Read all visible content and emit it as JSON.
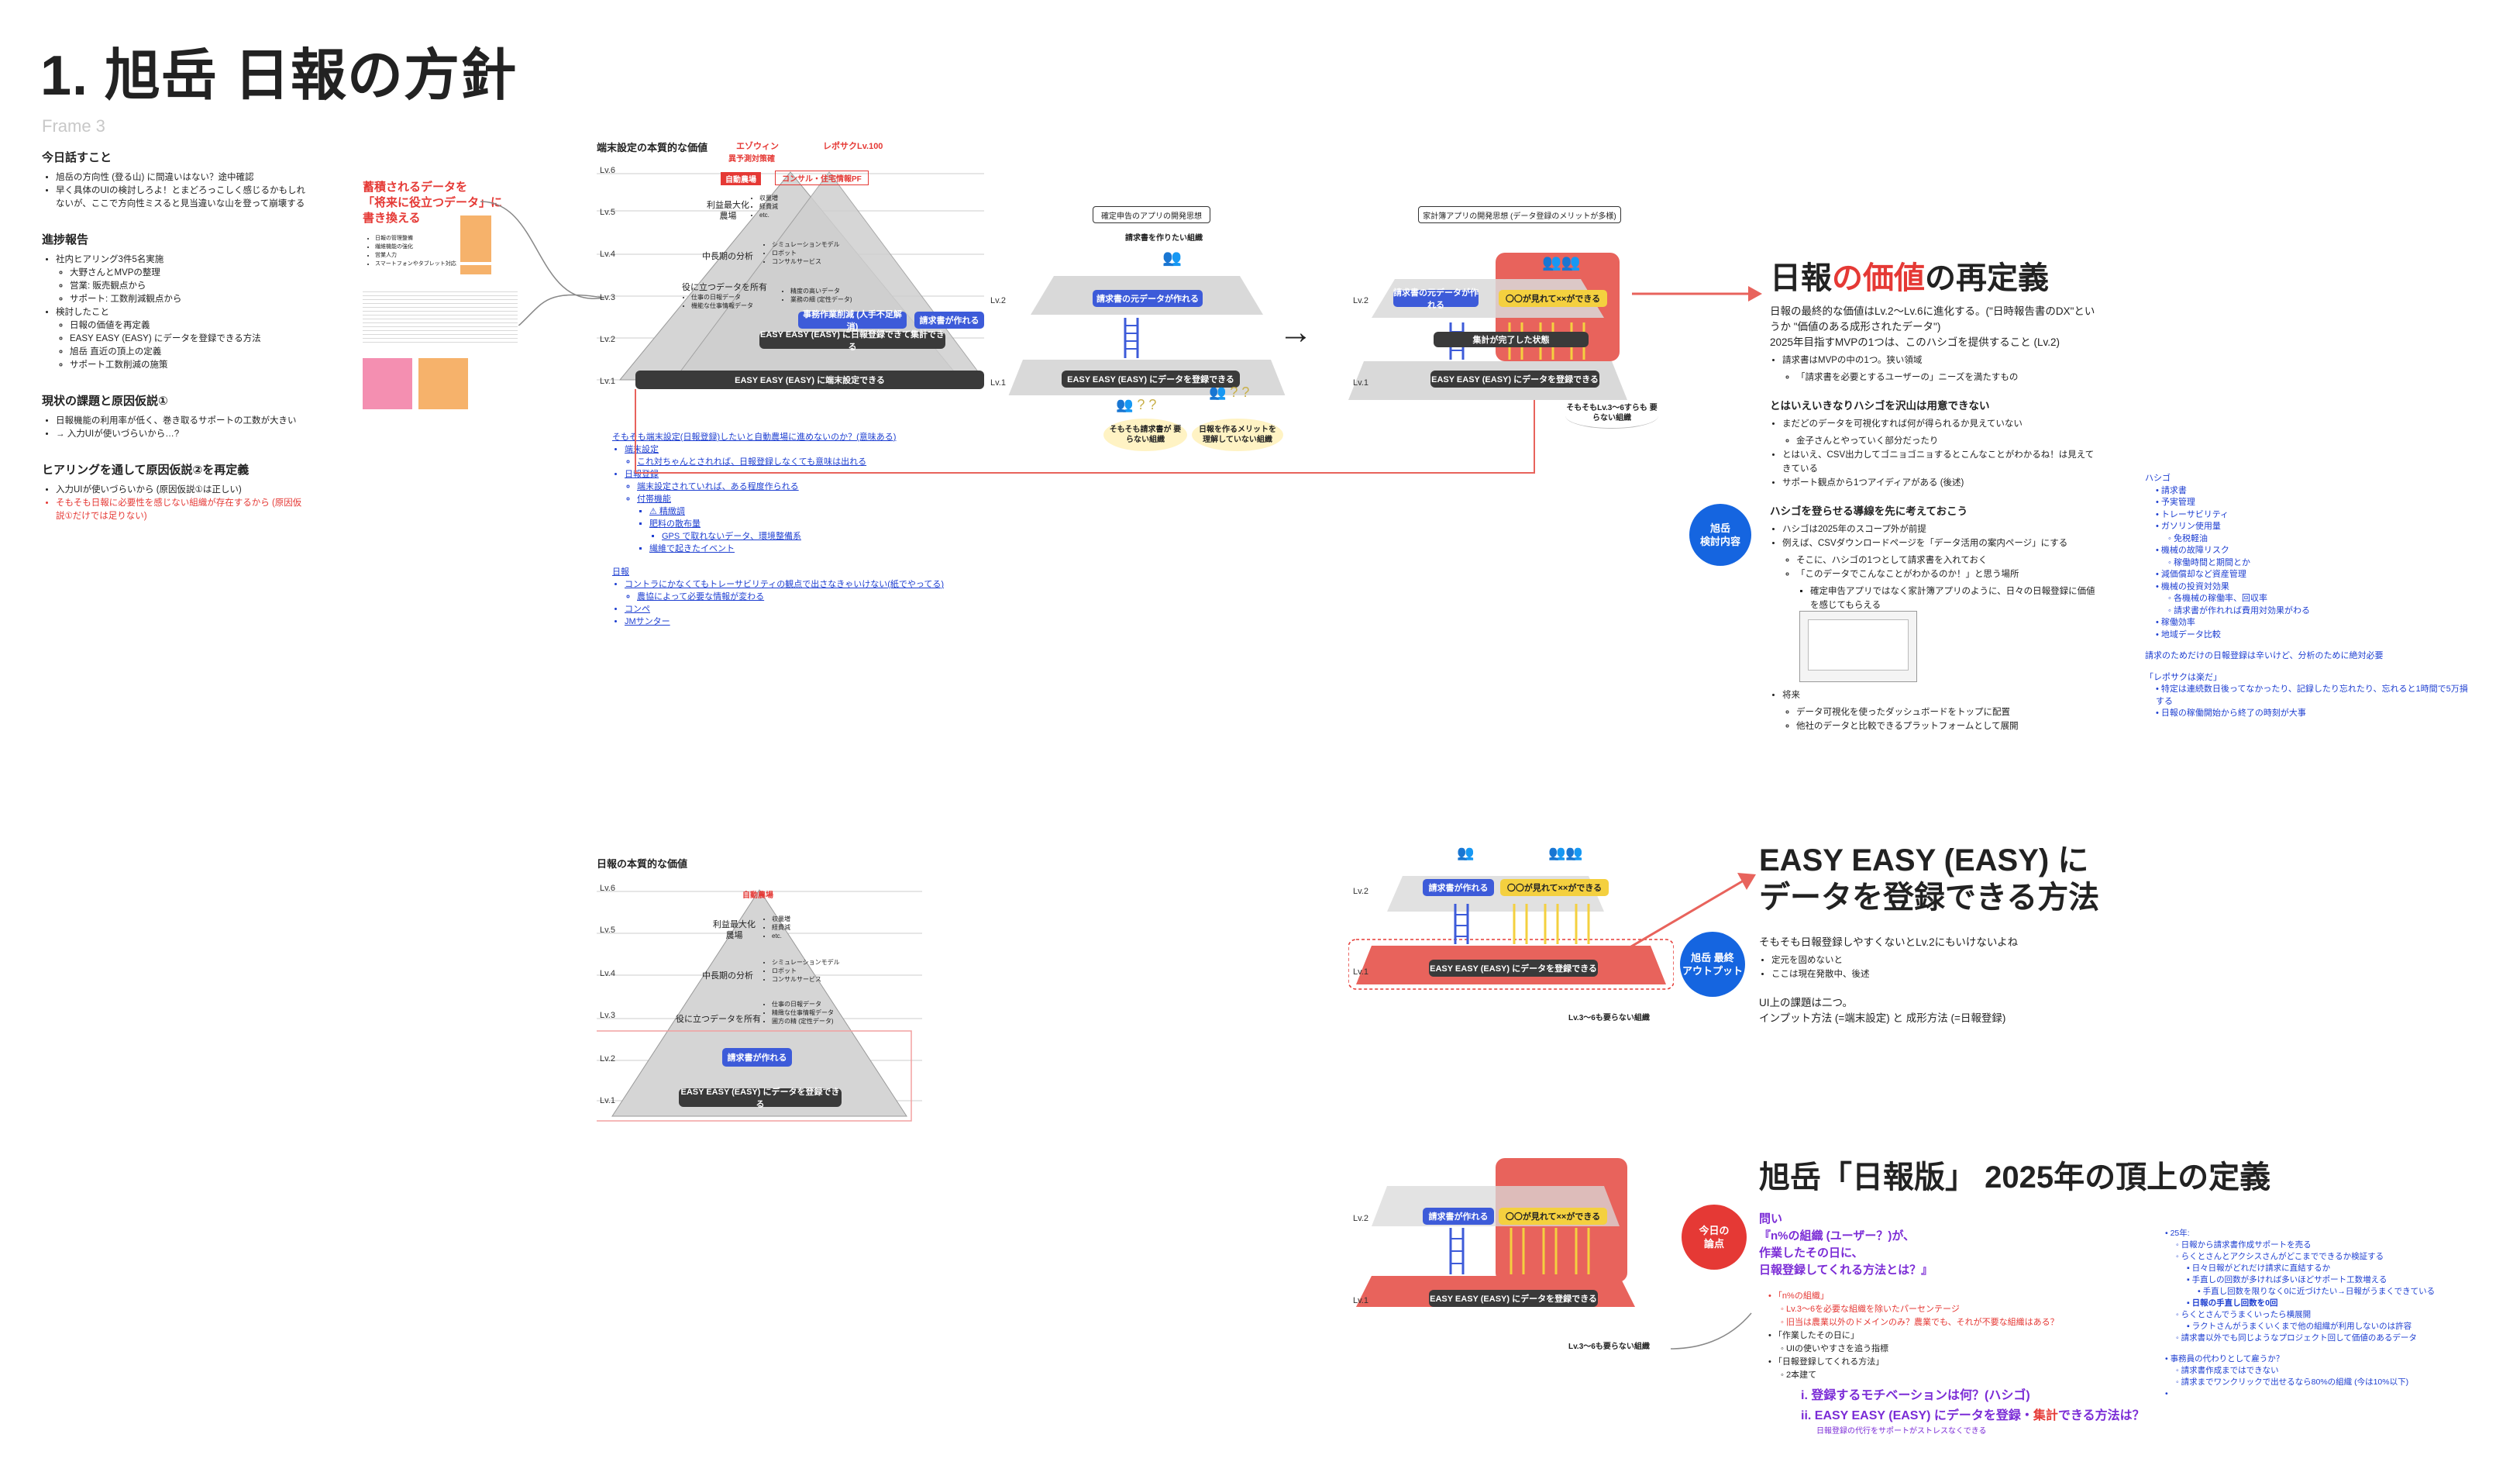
{
  "page_title": "1. 旭岳 日報の方針",
  "frame_label": "Frame 3",
  "left_panel": {
    "sections": [
      {
        "heading": "今日話すこと",
        "items": [
          {
            "text": "旭岳の方向性 (登る山) に間違いはない？途中確認",
            "color": ""
          },
          {
            "text": "早く具体のUIの検討しろよ！とまどろっこしく感じるかもしれないが、ここで方向性ミスると見当違いな山を登って崩壊する",
            "color": ""
          }
        ]
      },
      {
        "heading": "進捗報告",
        "items": [
          {
            "text": "社内ヒアリング3件5名実施",
            "color": "",
            "sub": [
              "大野さんとMVPの整理",
              "営業: 販売観点から",
              "サポート: 工数削減観点から"
            ]
          },
          {
            "text": "検討したこと",
            "color": "",
            "sub": [
              "日報の価値を再定義",
              "EASY EASY (EASY) にデータを登録できる方法",
              "旭岳 直近の頂上の定義",
              "サポート工数削減の施策"
            ]
          }
        ]
      },
      {
        "heading": "現状の課題と原因仮説①",
        "items": [
          {
            "text": "日報機能の利用率が低く、巻き取るサポートの工数が大きい",
            "color": ""
          },
          {
            "text": "→ 入力UIが使いづらいから…?",
            "color": ""
          }
        ]
      },
      {
        "heading": "ヒアリングを通して原因仮説②を再定義",
        "items": [
          {
            "text": "入力UIが使いづらいから (原因仮説①は正しい)",
            "color": ""
          },
          {
            "text": "そもそも日報に必要性を感じない組織が存在するから (原因仮説①だけでは足りない)",
            "color": "red"
          }
        ]
      }
    ]
  },
  "sticky_area": {
    "red_heading_1": "蓄積されるデータを",
    "red_heading_2": "「将来に役立つデータ」に",
    "red_heading_3": "書き換える",
    "bullets": [
      "日報の管理整備",
      "繊維機能の強化",
      "営業人力",
      "スマートフォンやタブレット対応"
    ]
  },
  "pyramid_top": {
    "heading": "端末設定の本質的な価値",
    "top_tags": [
      "エゾウィン",
      "異予測対策確",
      "レポサクLv.100"
    ],
    "top_red_label": "自動農場",
    "consult_label": "コンサル・住宅情報PF",
    "levels": [
      "Lv.6",
      "Lv.5",
      "Lv.4",
      "Lv.3",
      "Lv.2",
      "Lv.1"
    ],
    "rows": [
      {
        "label": "利益最大化\n農場",
        "bullets": [
          "収量増",
          "経費減",
          "etc."
        ]
      },
      {
        "label": "中長期の分析",
        "bullets": [
          "シミュレーションモデル",
          "ロボット",
          "コンサルサービス"
        ]
      },
      {
        "label": "役に立つデータを所有",
        "bullets": [
          "仕事の日報データ",
          "機能な仕事情報データ"
        ]
      }
    ],
    "right_bullets": [
      "精度の高いデータ",
      "業務の細 (定性データ)"
    ],
    "btn_business": "事務作業削減 (人手不足解消)",
    "btn_bill": "請求書が作れる",
    "btn_lv2": "EASY EASY (EASY) に日報登録できて集計できる",
    "btn_lv1": "EASY EASY (EASY) に端末設定できる",
    "right_lv2": "Lv.2",
    "right_lv1": "Lv.1"
  },
  "links_block": {
    "heading": "そもそも端末設定(日報登録)したいと自動農場に進めないのか？(意味ある)",
    "items": [
      {
        "text": "端末設定",
        "level": 0
      },
      {
        "text": "これ対ちゃんとされれば、日報登録しなくても意味は出れる",
        "level": 1
      },
      {
        "text": "日報登録",
        "level": 0
      },
      {
        "text": "端末設定されていれば、ある程度作られる",
        "level": 1
      },
      {
        "text": "付帯機能",
        "level": 1
      },
      {
        "text": "⚠ 精緻調",
        "level": 2
      },
      {
        "text": "肥料の散布量",
        "level": 2
      },
      {
        "text": "GPS で取れないデータ、環境整備系",
        "level": 3
      },
      {
        "text": "繊維で起きたイベント",
        "level": 2
      }
    ],
    "heading2": "日報",
    "items2": [
      {
        "text": "コントラにかなくてもトレーサビリティの観点で出さなきゃいけない(紙でやってる)",
        "level": 0
      },
      {
        "text": "農協によって必要な情報が変わる",
        "level": 1
      },
      {
        "text": "コンペ",
        "level": 0
      },
      {
        "text": "JMサンター",
        "level": 0
      }
    ]
  },
  "mid_diagram": {
    "heading": "確定申告のアプリの開発思想",
    "top_label": "請求書を作りたい組織",
    "btn_lv2": "請求書の元データが作れる",
    "btn_lv1": "EASY EASY (EASY) にデータを登録できる",
    "lv2": "Lv.2",
    "lv1": "Lv.1",
    "bottom_left": "そもそも請求書が\n要らない組織",
    "bottom_right": "日報を作るメリットを\n理解していない組織"
  },
  "right_diagram": {
    "heading": "家計簿アプリの開発思想 (データ登録のメリットが多様)",
    "btn_bill": "請求書の元データが作れる",
    "btn_yellow": "〇〇が見れて××ができる",
    "btn_summary": "集計が完了した状態",
    "btn_lv1": "EASY EASY (EASY) にデータを登録できる",
    "lv2": "Lv.2",
    "lv1": "Lv.1",
    "bottom": "そもそもLv.3〜6すらも\n要らない組織"
  },
  "redefine": {
    "title_pre": "日報",
    "title_accent": "の価値",
    "title_post": "の再定義",
    "p1": "日報の最終的な価値はLv.2〜Lv.6に進化する。(\"日時報告書のDX\"というか \"価値のある成形されたデータ\")",
    "p2": "2025年目指すMVPの1つは、このハシゴを提供すること (Lv.2)",
    "bullets": [
      "請求書はMVPの中の1つ。狭い領域",
      "「請求書を必要とするユーザーの」ニーズを満たすもの"
    ],
    "h2": "とはいえいきなりハシゴを沢山は用意できない",
    "bullets2": [
      "まだどのデータを可視化すれば何が得られるか見えていない",
      "金子さんとやっていく部分だったり",
      "とはいえ、CSV出力してゴニョゴニョするとこんなことがわかるね！は見えてきている",
      "サポート観点から1つアイディアがある (後述)"
    ],
    "badge": "旭岳\n検討内容",
    "h3": "ハシゴを登らせる導線を先に考えておこう",
    "bullets3": [
      "ハシゴは2025年のスコープ外が前提",
      "例えば、CSVダウンロードページを「データ活用の案内ページ」にする",
      "そこに、ハシゴの1つとして請求書を入れておく",
      "「このデータでこんなことがわかるのか！」と思う場所",
      "確定申告アプリではなく家計簿アプリのように、日々の日報登録に価値を感じてもらえる"
    ],
    "future_head": "将来",
    "future_bullets": [
      "データ可視化を使ったダッシュボードをトップに配置",
      "他社のデータと比較できるプラットフォームとして展開"
    ]
  },
  "hashigo_list": {
    "items": [
      {
        "text": "ハシゴ",
        "level": 0
      },
      {
        "text": "請求書",
        "level": 1
      },
      {
        "text": "予実管理",
        "level": 1
      },
      {
        "text": "トレーサビリティ",
        "level": 1
      },
      {
        "text": "ガソリン使用量",
        "level": 1
      },
      {
        "text": "免税軽油",
        "level": 2
      },
      {
        "text": "機械の故障リスク",
        "level": 1
      },
      {
        "text": "稼働時間と期間とか",
        "level": 2
      },
      {
        "text": "減価償却など資産管理",
        "level": 1
      },
      {
        "text": "機械の投資対効果",
        "level": 1
      },
      {
        "text": "各機械の稼働率、回収率",
        "level": 2
      },
      {
        "text": "請求書が作れれば費用対効果がわる",
        "level": 2
      },
      {
        "text": "稼働効率",
        "level": 1
      },
      {
        "text": "地域データ比較",
        "level": 1
      }
    ],
    "note": "請求のためだけの日報登録は辛いけど、分析のために絶対必要",
    "quote": "「レポサクは楽だ」",
    "quote_items": [
      "特定は連続数日後ってなかったり、記録したり忘れたり、忘れると1時間で5万損する",
      "日報の稼働開始から終了の時刻が大事"
    ]
  },
  "pyramid_bottom": {
    "heading": "日報の本質的な価値",
    "top_red_label": "自動農場",
    "levels": [
      "Lv.6",
      "Lv.5",
      "Lv.4",
      "Lv.3",
      "Lv.2",
      "Lv.1"
    ],
    "rows": [
      {
        "label": "利益最大化\n農場",
        "bullets": [
          "収量増",
          "経費減",
          "etc."
        ]
      },
      {
        "label": "中長期の分析",
        "bullets": [
          "シミュレーションモデル",
          "ロボット",
          "コンサルサービス"
        ]
      },
      {
        "label": "役に立つデータを所有",
        "bullets": [
          "仕事の日報データ",
          "精緻な仕事情報データ",
          "圃方の精 (定性データ)"
        ]
      }
    ],
    "btn_bill": "請求書が作れる",
    "btn_lv1": "EASY EASY (EASY) にデータを登録できる"
  },
  "easy_diagram": {
    "btn_bill": "請求書が作れる",
    "btn_yellow": "〇〇が見れて××ができる",
    "btn_lv1": "EASY EASY (EASY) にデータを登録できる",
    "lv2": "Lv.2",
    "lv1": "Lv.1",
    "bottom": "Lv.3〜6も要らない組織"
  },
  "easy_section": {
    "title_1": "EASY EASY (EASY) に",
    "title_2": "データを登録できる方法",
    "badge": "旭岳 最終\nアウトプット",
    "p1": "そもそも日報登録しやすくないとLv.2にもいけないよね",
    "bullets": [
      "定元を固めないと",
      "ここは現在発散中、後述"
    ],
    "p2": "UI上の課題は二つ。",
    "p3": "インプット方法 (=端末設定) と 成形方法 (=日報登録)"
  },
  "summit_diagram": {
    "btn_bill": "請求書が作れる",
    "btn_yellow": "〇〇が見れて××ができる",
    "btn_lv1": "EASY EASY (EASY) にデータを登録できる",
    "lv2": "Lv.2",
    "lv1": "Lv.1",
    "bottom": "Lv.3〜6も要らない組織"
  },
  "summit_section": {
    "title": "旭岳「日報版」 2025年の頂上の定義",
    "badge": "今日の\n論点",
    "q_head": "問い",
    "q1": "『n%の組織 (ユーザー？)が、",
    "q2": "作業したその日に、",
    "q3": "日報登録してくれる方法とは？』",
    "items": [
      {
        "text": "「n%の組織」",
        "color": "red",
        "level": 0
      },
      {
        "text": "Lv.3〜6を必要な組織を除いたパーセンテージ",
        "color": "red",
        "level": 1
      },
      {
        "text": "旧当は農業以外のドメインのみ？農業でも、それが不要な組織はある？",
        "color": "red",
        "level": 1
      },
      {
        "text": "「作業したその日に」",
        "color": "",
        "level": 0
      },
      {
        "text": "UIの使いやすさを追う指標",
        "color": "",
        "level": 1
      },
      {
        "text": "「日報登録してくれる方法」",
        "color": "",
        "level": 0
      },
      {
        "text": "2本建て",
        "color": "",
        "level": 1
      }
    ],
    "big1": "i. 登録するモチベーションは何？(ハシゴ)",
    "big2_pre": "ii. EASY EASY (EASY) にデータを登録・",
    "big2_red": "集計",
    "big2_post": "できる方法は？",
    "big_note": "日報登録の代行をサポートがストレスなくできる"
  },
  "summit_notes": {
    "items": [
      {
        "text": "25年:",
        "level": 0
      },
      {
        "text": "日報から請求書作成サポートを売る",
        "level": 1
      },
      {
        "text": "らくとさんとアクシスさんがどこまでできるか検証する",
        "level": 1
      },
      {
        "text": "日々日報がどれだけ請求に直結するか",
        "level": 2
      },
      {
        "text": "手直しの回数が多ければ多いほどサポート工数増える",
        "level": 2
      },
      {
        "text": "手直し回数を限りなく0に近づけたい→日報がうまくできている",
        "level": 3
      },
      {
        "text": "日報の手直し回数を0回",
        "level": 2,
        "bold": true
      },
      {
        "text": "らくとさんでうまくいったら横展開",
        "level": 1
      },
      {
        "text": "ラクトさんがうまくいくまで他の組織が利用しないのは許容",
        "level": 2
      },
      {
        "text": "請求書以外でも同じようなプロジェクト回して価値のあるデータ",
        "level": 1
      },
      {
        "text": "",
        "level": 0
      },
      {
        "text": "事務員の代わりとして雇うか？",
        "level": 0
      },
      {
        "text": "請求書作成まではできない",
        "level": 1
      },
      {
        "text": "請求までワンクリックで出せるなら80%の組織 (今は10%以下)",
        "level": 1
      }
    ]
  },
  "colors": {
    "red": "#e53935",
    "pink": "#e8635c",
    "blue": "#3d5bd9",
    "dark": "#3a3a3a",
    "gray": "#c8c8c8",
    "yellow": "#f4d03f",
    "badge_blue": "#1565e0",
    "badge_red": "#e53935"
  }
}
